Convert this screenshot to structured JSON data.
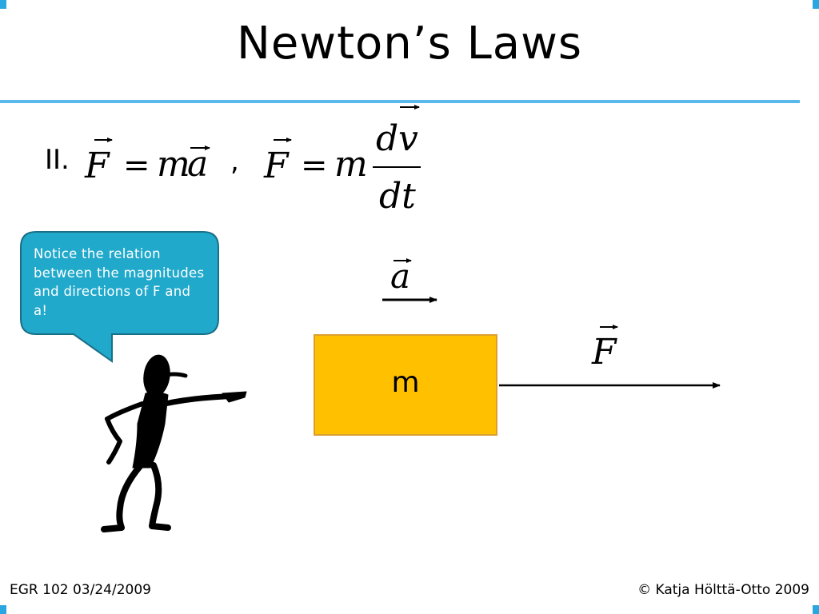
{
  "slide": {
    "title": "Newton’s Laws",
    "law_number": "II.",
    "separator": ",",
    "equation1": {
      "lhs": "F",
      "equals": "=",
      "mass": "m",
      "accel": "a"
    },
    "equation2": {
      "lhs": "F",
      "equals": "=",
      "mass": "m",
      "numerator_d": "d",
      "numerator_v": "v",
      "denominator": "dt"
    },
    "callout": {
      "text": "Notice the relation between the magnitudes and directions of F and a!"
    },
    "diagram": {
      "accel_label": "a",
      "force_label": "F",
      "mass_label": "m"
    },
    "footer": {
      "left": "EGR 102 03/24/2009",
      "right": "© Katja Hölttä-Otto 2009"
    },
    "colors": {
      "accent": "#2aa6e0",
      "rule": "#5bb8ec",
      "callout_fill": "#21a9cc",
      "mass_fill": "#ffc000"
    },
    "icons": {
      "figure": "pointing-stick-figure-icon",
      "arrow": "arrow-right-icon"
    }
  }
}
